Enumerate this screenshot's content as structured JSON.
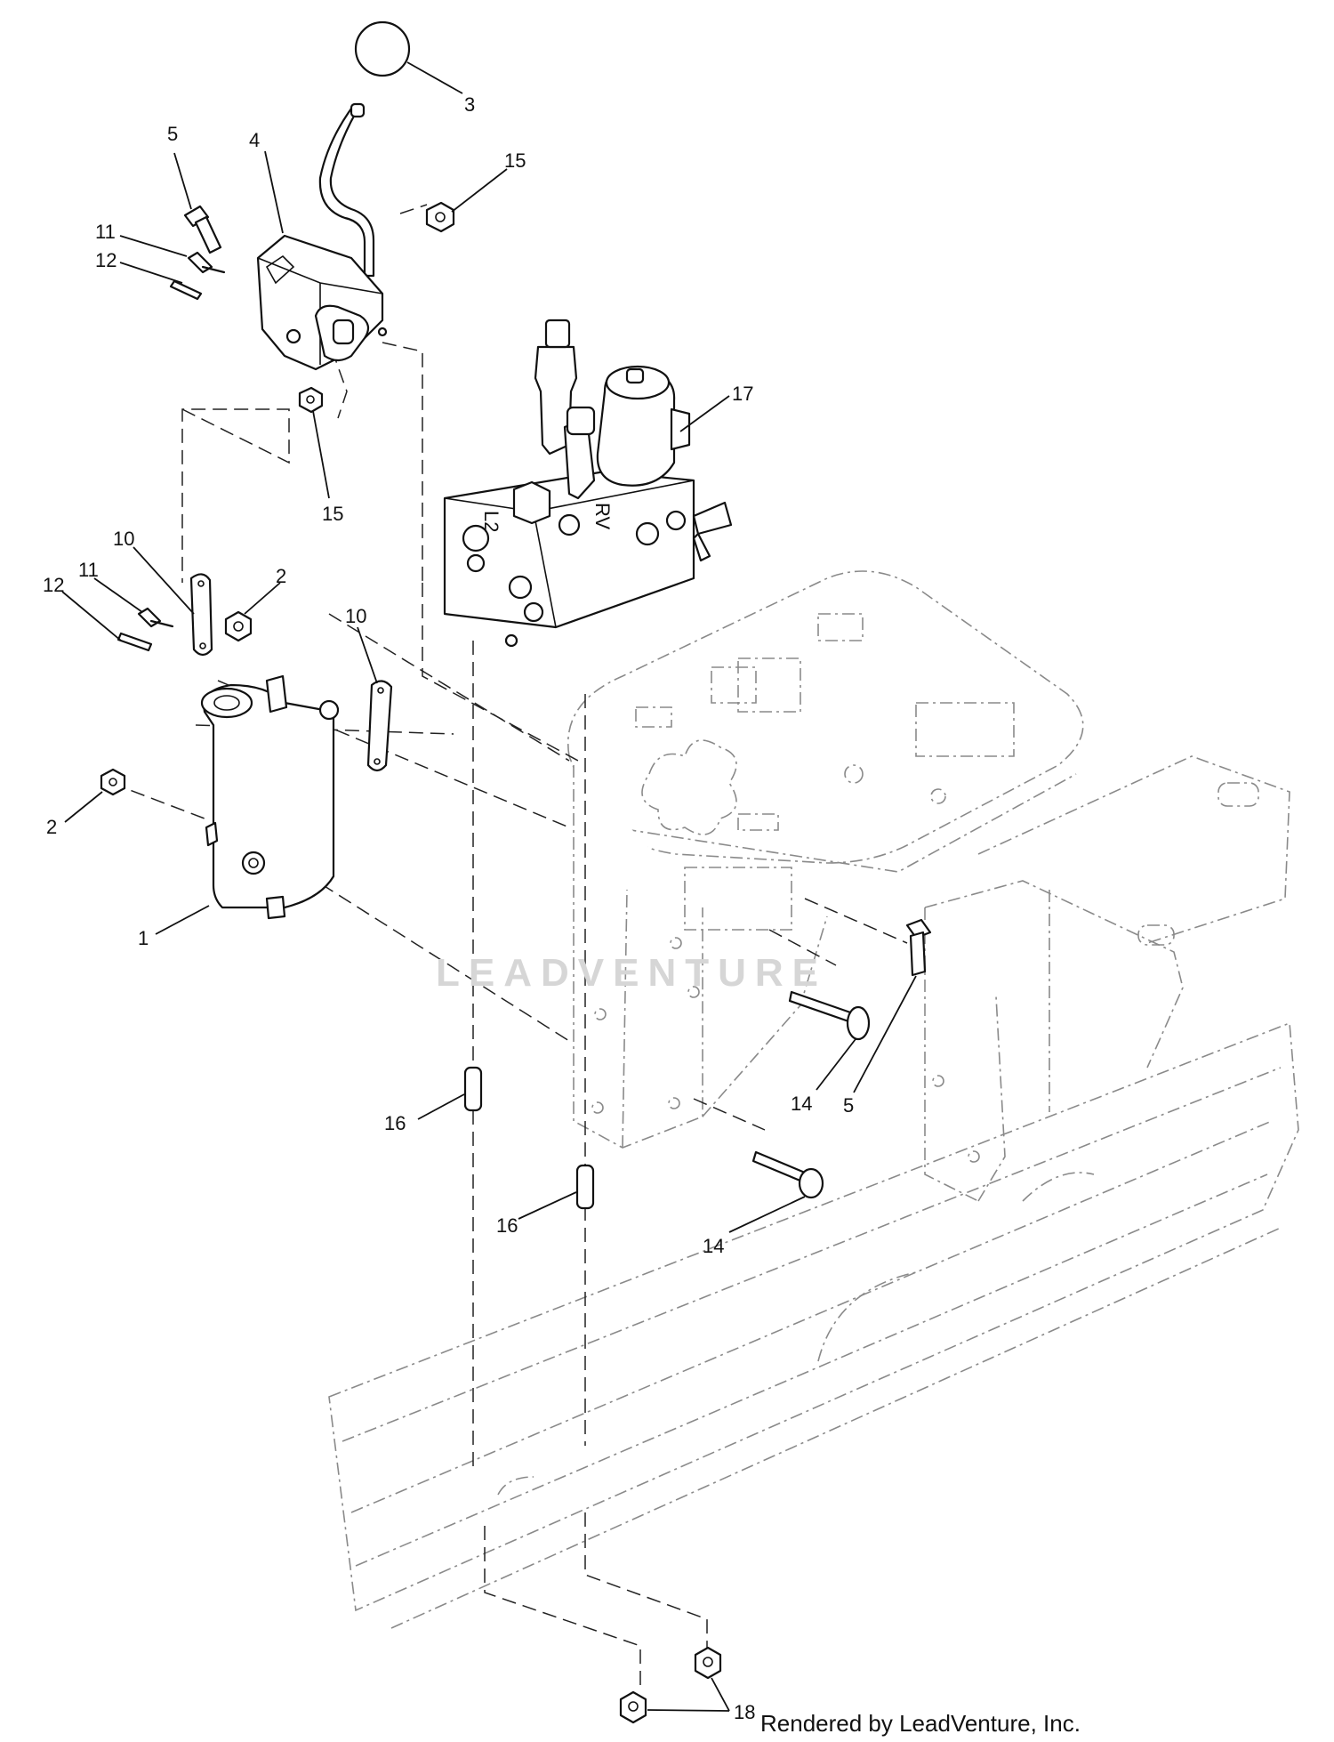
{
  "watermark": "LEADVENTURE",
  "credit": "Rendered by LeadVenture, Inc.",
  "valve_markings": {
    "left": "L2",
    "right": "RV"
  },
  "callouts": [
    {
      "id": "1",
      "text": "1"
    },
    {
      "id": "2a",
      "text": "2"
    },
    {
      "id": "2b",
      "text": "2"
    },
    {
      "id": "3",
      "text": "3"
    },
    {
      "id": "4",
      "text": "4"
    },
    {
      "id": "5a",
      "text": "5"
    },
    {
      "id": "5b",
      "text": "5"
    },
    {
      "id": "10a",
      "text": "10"
    },
    {
      "id": "10b",
      "text": "10"
    },
    {
      "id": "11a",
      "text": "11"
    },
    {
      "id": "11b",
      "text": "11"
    },
    {
      "id": "12a",
      "text": "12"
    },
    {
      "id": "12b",
      "text": "12"
    },
    {
      "id": "14a",
      "text": "14"
    },
    {
      "id": "14b",
      "text": "14"
    },
    {
      "id": "15a",
      "text": "15"
    },
    {
      "id": "15b",
      "text": "15"
    },
    {
      "id": "16a",
      "text": "16"
    },
    {
      "id": "16b",
      "text": "16"
    },
    {
      "id": "17",
      "text": "17"
    },
    {
      "id": "18",
      "text": "18"
    }
  ]
}
